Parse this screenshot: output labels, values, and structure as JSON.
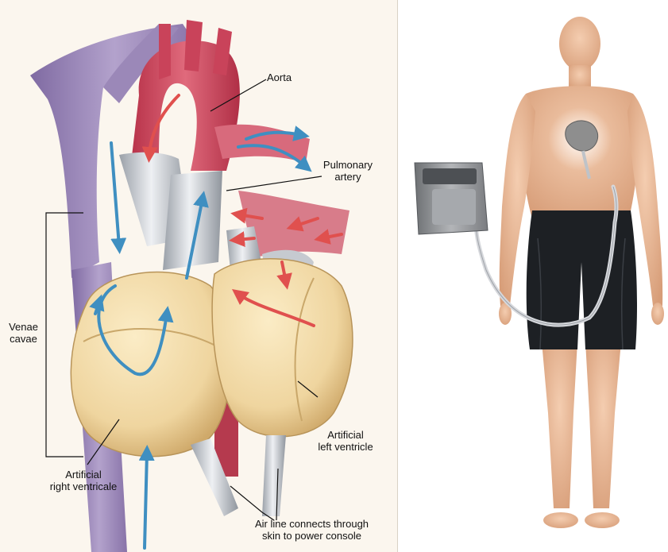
{
  "labels": {
    "aorta": "Aorta",
    "pulmonary_artery": [
      "Pulmonary",
      "artery"
    ],
    "venae_cavae": [
      "Venae",
      "cavae"
    ],
    "artificial_left_ventricle": [
      "Artificial",
      "left ventricle"
    ],
    "artificial_right_ventricle": [
      "Artificial",
      "right ventricale"
    ],
    "air_line": [
      "Air line connects through",
      "skin to power console"
    ]
  },
  "colors": {
    "vein": "#9b88b8",
    "artery": "#c9435a",
    "flow_blue": "#3f8fc1",
    "flow_red": "#e0504e",
    "ventricle": "#f1dba8",
    "tube": "#c9ccd2",
    "skin": "#e9b998",
    "shorts": "#1d2024",
    "console": "#8a8c8f"
  }
}
